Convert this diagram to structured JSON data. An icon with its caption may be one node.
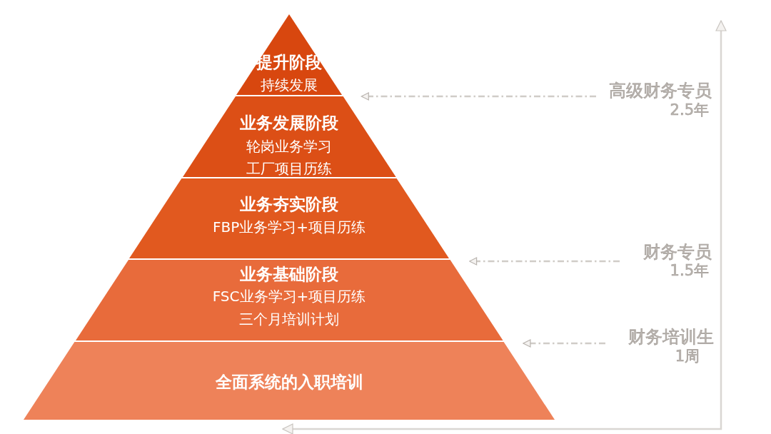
{
  "diagram": {
    "nodes": [
      {
        "text": [
          "提升阶段",
          "持续发展"
        ]
      },
      {
        "text": [
          "业务发展阶段",
          "轮岗业务学习",
          "工厂项目历练"
        ]
      },
      {
        "text": [
          "业务夯实阶段",
          "FBP业务学习+项目历练"
        ]
      },
      {
        "text": [
          "业务基础阶段",
          "FSC业务学习+项目历练",
          "三个月培训计划"
        ]
      },
      {
        "text": [
          "全面系统的入职培训"
        ]
      },
      {
        "text": [
          "高级财务专员",
          "2.5年"
        ]
      },
      {
        "text": [
          "财务专员",
          "1.5年"
        ]
      },
      {
        "text": [
          "财务培训生",
          "1周"
        ]
      }
    ],
    "edges": [
      {
        "from": 5,
        "to": 1,
        "arrow": "to",
        "style": "dashed"
      },
      {
        "from": 6,
        "to": 3,
        "arrow": "to",
        "style": "dashed"
      },
      {
        "from": 7,
        "to": 4,
        "arrow": "to",
        "style": "dashed"
      }
    ]
  }
}
